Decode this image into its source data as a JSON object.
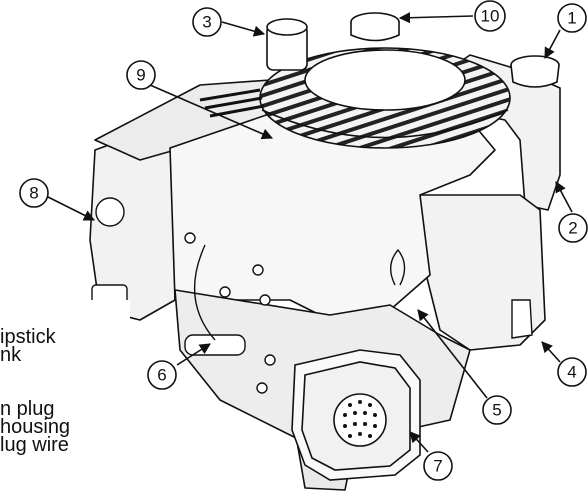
{
  "callouts": [
    "1",
    "2",
    "3",
    "4",
    "5",
    "6",
    "7",
    "8",
    "9",
    "10"
  ],
  "legend_lines": [
    "ipstick",
    "nk",
    "n plug",
    "housing",
    "lug wire"
  ]
}
